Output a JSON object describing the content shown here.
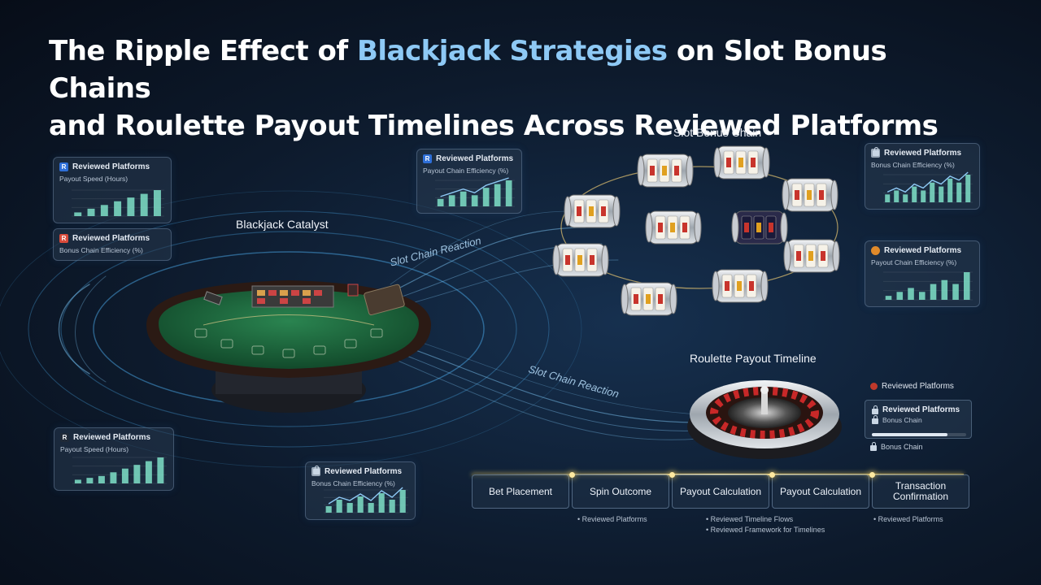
{
  "title": {
    "line1_pre": "The Ripple Effect of ",
    "line1_accent": "Blackjack Strategies",
    "line1_post": " on Slot Bonus Chains",
    "line2": "and Roulette Payout Timelines Across Reviewed Platforms"
  },
  "labels": {
    "blackjack": "Blackjack Catalyst",
    "slot": "Slot Bonus Chain",
    "roulette": "Roulette Payout Timeline",
    "flow_upper": "Slot Chain Reaction",
    "flow_lower": "Slot Chain Reaction"
  },
  "panels": [
    {
      "logo": "R",
      "logo_color": "#2e6fd8",
      "title": "Reviewed Platforms",
      "subtitle": "Payout Speed (Hours)",
      "values": [
        1,
        2,
        3,
        4,
        5,
        6,
        7
      ]
    },
    {
      "logo": "R",
      "logo_color": "#d84a3a",
      "title": "Reviewed Platforms",
      "subtitle": "Bonus Chain Efficiency (%)",
      "values": []
    },
    {
      "logo": "R",
      "logo_color": "#2e6fd8",
      "title": "Reviewed Platforms",
      "subtitle": "Payout Chain Efficiency (%)",
      "values": [
        2,
        3,
        4,
        3,
        5,
        6,
        7
      ]
    },
    {
      "logo": "",
      "logo_color": "#9aa8b8",
      "title": "Reviewed Platforms",
      "subtitle": "Bonus Chain Efficiency (%)",
      "values": [
        2,
        3,
        2,
        4,
        3,
        5,
        4,
        6,
        5,
        7
      ]
    },
    {
      "logo": "",
      "logo_color": "#e08a2a",
      "title": "Reviewed Platforms",
      "subtitle": "Payout Chain Efficiency (%)",
      "values": [
        1,
        2,
        3,
        2,
        4,
        5,
        4,
        7
      ]
    },
    {
      "logo": "R",
      "logo_color": "#202a38",
      "title": "Reviewed Platforms",
      "subtitle": "Payout Speed (Hours)",
      "values": [
        1,
        1.5,
        2,
        3,
        4,
        5,
        6,
        7
      ]
    },
    {
      "logo": "",
      "logo_color": "#9aa8b8",
      "title": "Reviewed Platforms",
      "subtitle": "Bonus Chain Efficiency (%)",
      "values": [
        2,
        4,
        3,
        5,
        3,
        6,
        4,
        7
      ]
    }
  ],
  "roulette_panel": {
    "top": "Reviewed Platforms",
    "head": "Reviewed Platforms",
    "line": "Bonus Chain",
    "progress": 0.8,
    "foot": "Bonus Chain"
  },
  "timeline": {
    "steps": [
      "Bet Placement",
      "Spin Outcome",
      "Payout Calculation",
      "Payout Calculation",
      "Transaction Confirmation"
    ],
    "notes": [
      "• Reviewed Platforms",
      "• Reviewed Timeline Flows",
      "• Reviewed Framework for Timelines",
      "• Reviewed Platforms"
    ]
  },
  "colors": {
    "accent": "#8ec9f5",
    "felt": "#1f6b3f",
    "reel_red": "#c8342c",
    "glow": "#ffd860"
  }
}
